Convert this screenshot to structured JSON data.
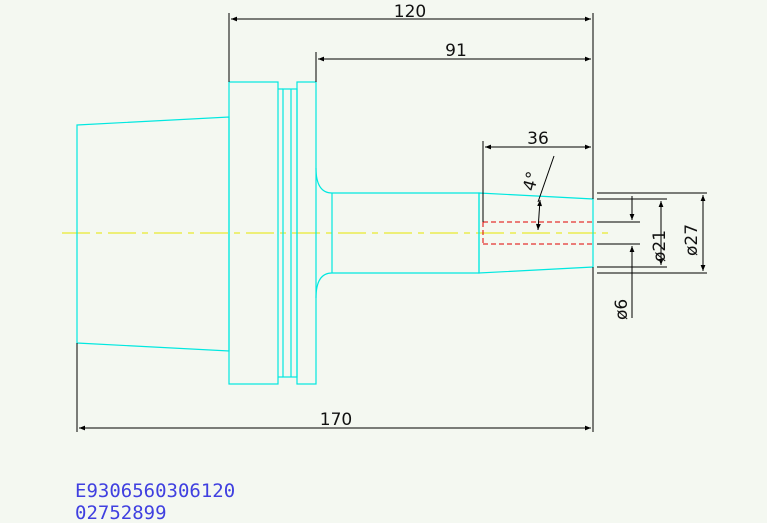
{
  "dimensions": {
    "overall_length": "170",
    "flange_to_end": "120",
    "shank_length": "91",
    "bore_length": "36",
    "taper_angle": "4°",
    "dia_small": "ø6",
    "dia_mid": "ø21",
    "dia_large": "ø27"
  },
  "labels": {
    "part_code": "E9306560306120",
    "order_code": "02752899"
  },
  "colors": {
    "background": "#f4f8f1",
    "outline": "#00e8e0",
    "dimension": "#000000",
    "centerline": "#e6e600",
    "hidden": "#e00000",
    "label": "#4040e0"
  }
}
